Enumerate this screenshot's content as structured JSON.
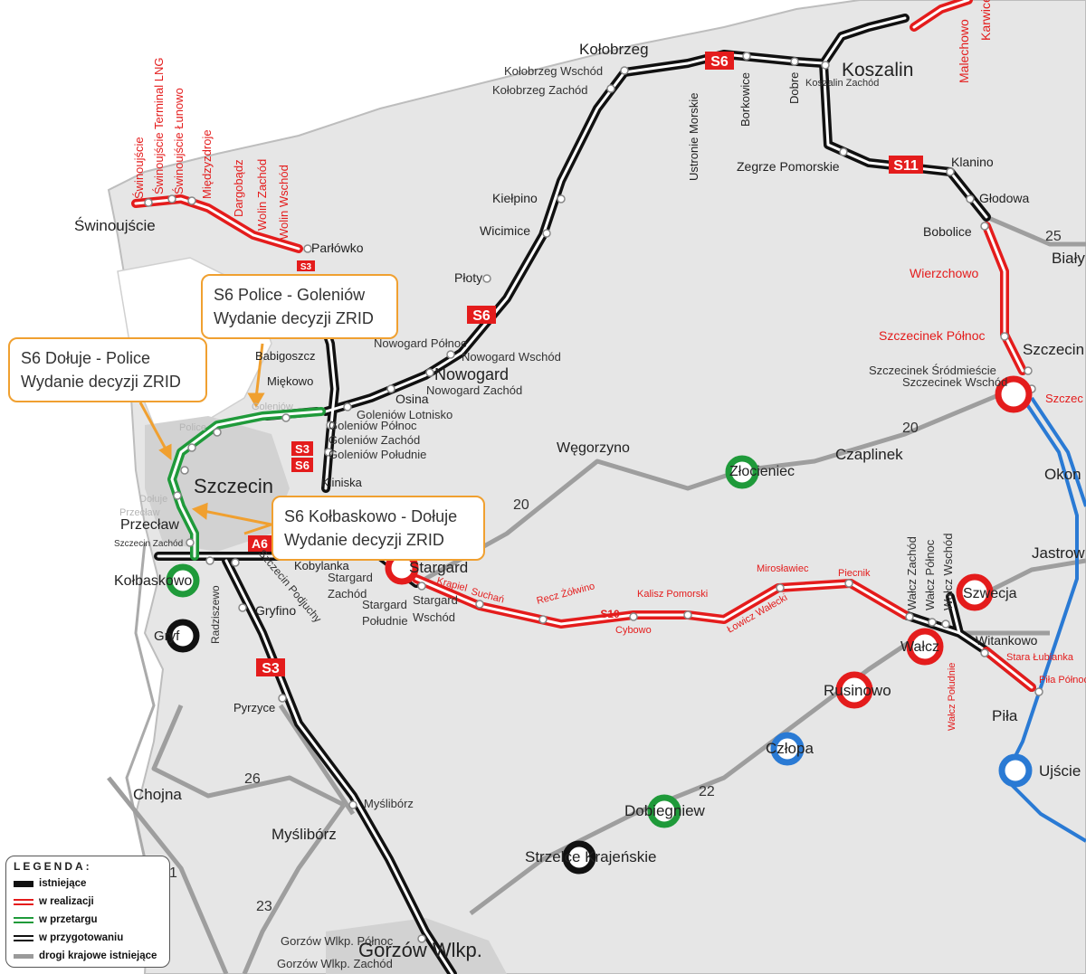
{
  "colors": {
    "existing": "#111111",
    "in_construction": "#e41c1c",
    "in_tender": "#1f9a3a",
    "blue_route": "#2a7ad4",
    "callout_border": "#f0a030",
    "land": "#e4e4e4",
    "sea": "#ffffff"
  },
  "callouts": {
    "police_goleniow": {
      "line1": "S6 Police - Goleniów",
      "line2": "Wydanie decyzji ZRID"
    },
    "doluje_police": {
      "line1": "S6 Dołuje - Police",
      "line2": "Wydanie decyzji ZRID"
    },
    "kolbaskowo_doluje": {
      "line1": "S6 Kołbaskowo - Dołuje",
      "line2": "Wydanie decyzji ZRID"
    }
  },
  "legend": {
    "title": "LEGENDA:",
    "items": [
      "istniejące",
      "w realizacji",
      "w przetargu",
      "w przygotowaniu",
      "drogi krajowe istniejące"
    ]
  },
  "road_shields": {
    "s6_kolobrzeg": "S6",
    "s6_ploty": "S6",
    "s11": "S11",
    "s3_parlowko": "S3",
    "s3_goleniow": "S3",
    "s6_goleniow": "S6",
    "a6": "A6",
    "s3_south": "S3",
    "s10": "S10"
  },
  "road_numbers": {
    "n25": "25",
    "n20_east": "20",
    "n20_mid": "20",
    "n26": "26",
    "n22": "22",
    "n23": "23",
    "n1": "1"
  },
  "cities": {
    "swinoujscie": "Świnoujście",
    "szczecin": "Szczecin",
    "koszalin": "Koszalin",
    "kolobrzeg": "Kołobrzeg",
    "nowogard": "Nowogard",
    "stargard": "Stargard",
    "gorzow": "Gorzów Wlkp.",
    "przeclaw": "Przecław",
    "kolbaskowo": "Kołbaskowo",
    "wegorzyno": "Węgorzyno",
    "zlocieniec": "Złocieniec",
    "czaplinek": "Czaplinek",
    "walcz": "Wałcz",
    "pila": "Piła",
    "mysliborz": "Myślibórz",
    "chojna": "Chojna",
    "strzelce": "Strzelce Krajeńskie",
    "dobiegniew": "Dobiegniew",
    "czlopa": "Człopa",
    "rusinowo": "Rusinowo",
    "szwecja": "Szwecja",
    "ujscie": "Ujście",
    "jastrow": "Jastrow",
    "okonek": "Okon",
    "bialy": "Biały",
    "szczecinek": "Szczecin",
    "witankowo": "Witankowo",
    "gryfino": "Gryfino",
    "pyrzyce": "Pyrzyce",
    "osina": "Osina",
    "ploty": "Płoty",
    "wicimice": "Wicimice",
    "kielpino": "Kiełpino",
    "parlowko": "Parłówko",
    "babigoszcz": "Babigoszcz",
    "miekowo": "Miękowo",
    "kliniska": "Kliniska",
    "kobylanka": "Kobylanka",
    "klanino": "Klanino",
    "glodowa": "Głodowa",
    "bobolice": "Bobolice",
    "ustronie": "Ustronie Morskie",
    "borkowice": "Borkowice",
    "dobre": "Dobre",
    "zegrze": "Zegrze Pomorskie",
    "gryfino_short": "Gryf"
  },
  "nodes_black": {
    "kolobrzeg_wschod": "Kołobrzeg Wschód",
    "kolobrzeg_zachod": "Kołobrzeg Zachód",
    "koszalin_zachod": "Koszalin Zachód",
    "nowogard_polnoc": "Nowogard Północ",
    "nowogard_wschod": "Nowogard Wschód",
    "nowogard_zachod": "Nowogard Zachód",
    "goleniow_lotnisko": "Goleniów Lotnisko",
    "goleniow_polnoc": "Goleniów Północ",
    "goleniow_zachod": "Goleniów Zachód",
    "goleniow_poludnie": "Goleniów Południe",
    "stargard_zachod_1": "Stargard",
    "stargard_zachod_2": "Zachód",
    "stargard_poludnie_1": "Stargard",
    "stargard_poludnie_2": "Południe",
    "stargard_wschod_1": "Stargard",
    "stargard_wschod_2": "Wschód",
    "szczecin_zachod": "Szczecin Zachód",
    "radziszewo": "Radziszewo",
    "szczecin_podjuchy": "Szczecin Podjuchy",
    "mysliborz_node": "Myślibórz",
    "gorzow_polnoc": "Gorzów Wlkp. Północ",
    "gorzow_zachod": "Gorzów Wlkp. Zachód",
    "szczecinek_srodmiescie": "Szczecinek Śródmieście",
    "szczecinek_wschod": "Szczecinek Wschód",
    "walcz_zachod": "Wałcz Zachód",
    "walcz_polnoc": "Wałcz Północ",
    "walcz_wschod": "Wałcz Wschód"
  },
  "nodes_red": {
    "swinoujscie": "Świnoujście",
    "swinoujscie_lng": "Świnoujście Terminal LNG",
    "swinoujscie_lunowo": "Świnoujście Łunowo",
    "miedzyzdroje": "Międzyzdroje",
    "dargobadz": "Dargobądz",
    "wolin_zachod": "Wolin Zachód",
    "wolin_wschod": "Wolin Wschód",
    "krapiel": "Krąpiel",
    "suchan": "Suchań",
    "recz": "Recz Żółwino",
    "cybowo": "Cybowo",
    "kalisz": "Kalisz Pomorski",
    "lowicz": "Łowicz Wałecki",
    "miroslawiec": "Mirosławiec",
    "piecnik": "Piecnik",
    "wierzchowo": "Wierzchowo",
    "szczecinek_polnoc": "Szczecinek Północ",
    "walcz_poludnie": "Wałcz Południe",
    "stara_lubianka": "Stara Łubianka",
    "pila_polnoc": "Piła Północ",
    "malechowo": "Malechowo",
    "karwice": "Karwice",
    "szczecinek_red": "Szczec"
  },
  "nodes_green": {
    "police": "Police",
    "doluje": "Dołuje",
    "przeclaw_g": "Przecław",
    "goleniow_g": "Goleniów"
  }
}
